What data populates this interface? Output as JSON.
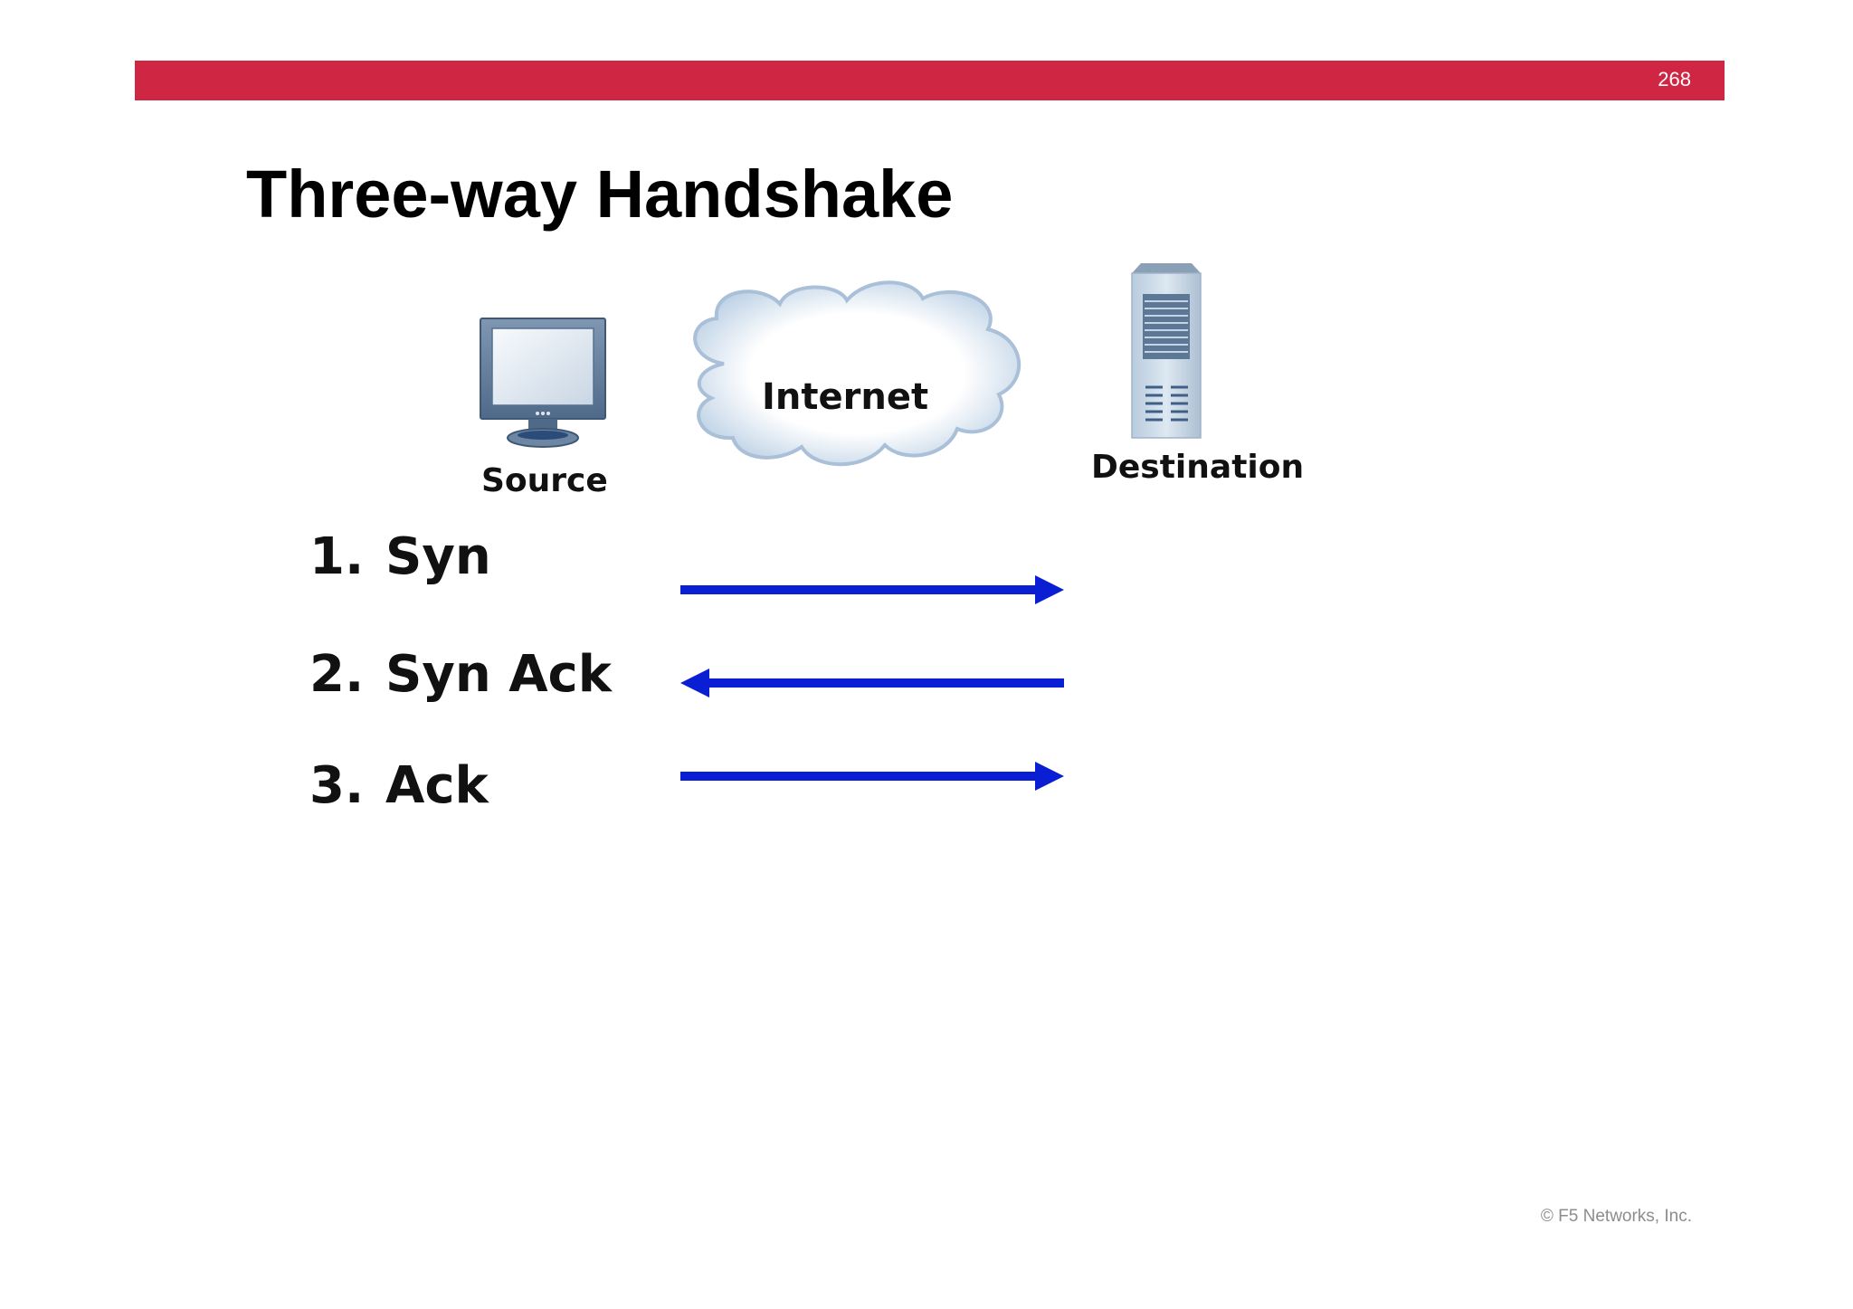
{
  "header": {
    "page_number": "268",
    "bar_color": "#cf2643"
  },
  "slide": {
    "title": "Three-way Handshake"
  },
  "nodes": {
    "source": {
      "label": "Source",
      "icon": "monitor-icon"
    },
    "internet": {
      "label": "Internet",
      "icon": "cloud-icon"
    },
    "destination": {
      "label": "Destination",
      "icon": "server-icon"
    }
  },
  "steps": [
    {
      "number": "1.",
      "label": "Syn",
      "direction": "source-to-destination"
    },
    {
      "number": "2.",
      "label": "Syn Ack",
      "direction": "destination-to-source"
    },
    {
      "number": "3.",
      "label": "Ack",
      "direction": "source-to-destination"
    }
  ],
  "arrow_color": "#0a1fd4",
  "footer": {
    "copyright": "© F5 Networks, Inc."
  }
}
